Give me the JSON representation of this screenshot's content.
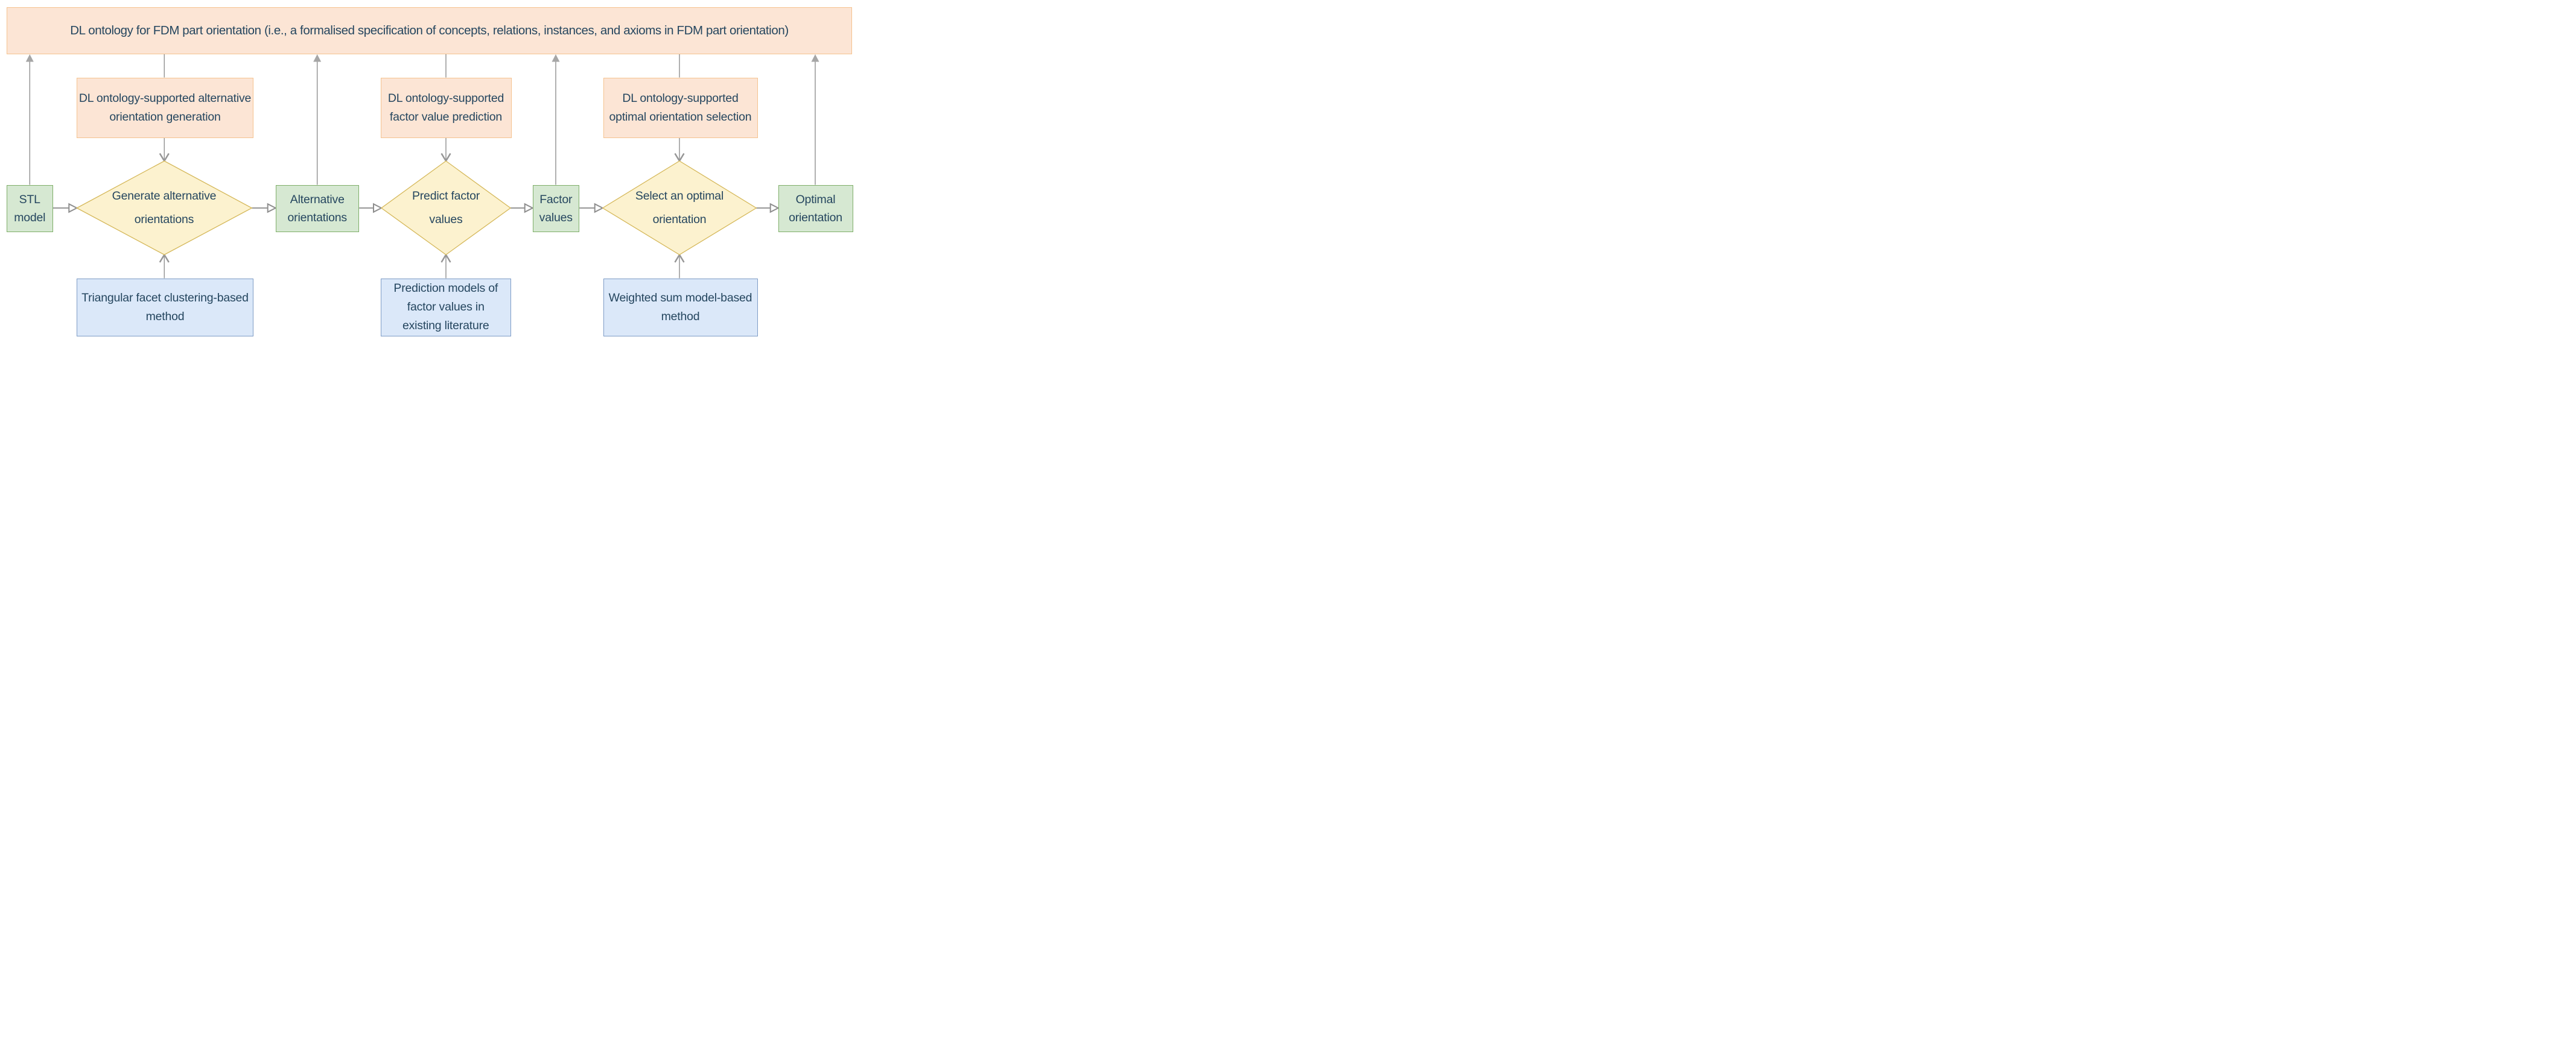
{
  "banner": {
    "text": "DL ontology for FDM part orientation (i.e., a formalised specification of concepts, relations, instances, and axioms in FDM part orientation)"
  },
  "ontology_modules": [
    {
      "text": "DL ontology-supported alternative orientation generation"
    },
    {
      "text": "DL ontology-supported factor value prediction"
    },
    {
      "text": "DL ontology-supported optimal orientation selection"
    }
  ],
  "process_nodes": [
    {
      "text": "Generate alternative orientations"
    },
    {
      "text": "Predict factor values"
    },
    {
      "text": "Select an optimal orientation"
    }
  ],
  "data_nodes": [
    {
      "text": "STL model"
    },
    {
      "text": "Alternative orientations"
    },
    {
      "text": "Factor values"
    },
    {
      "text": "Optimal orientation"
    }
  ],
  "method_nodes": [
    {
      "text": "Triangular facet clustering-based method"
    },
    {
      "text": "Prediction models of factor values in existing literature"
    },
    {
      "text": "Weighted sum model-based method"
    }
  ],
  "colors": {
    "banner_fill": "#FCE5D5",
    "banner_border": "#F5C28F",
    "module_fill": "#FCE5D5",
    "module_border": "#F5C28F",
    "process_fill": "#FCF2CF",
    "process_border": "#D5B85A",
    "data_fill": "#D6E8D2",
    "data_border": "#7EAE68",
    "method_fill": "#DBE8F9",
    "method_border": "#7E9CC6",
    "text": "#25465F",
    "connector": "#969696",
    "arrowhead_filled": "#A6A6A6",
    "arrowhead_open_fill": "#FFFFFF",
    "arrowhead_open_stroke": "#8F8F8F"
  }
}
